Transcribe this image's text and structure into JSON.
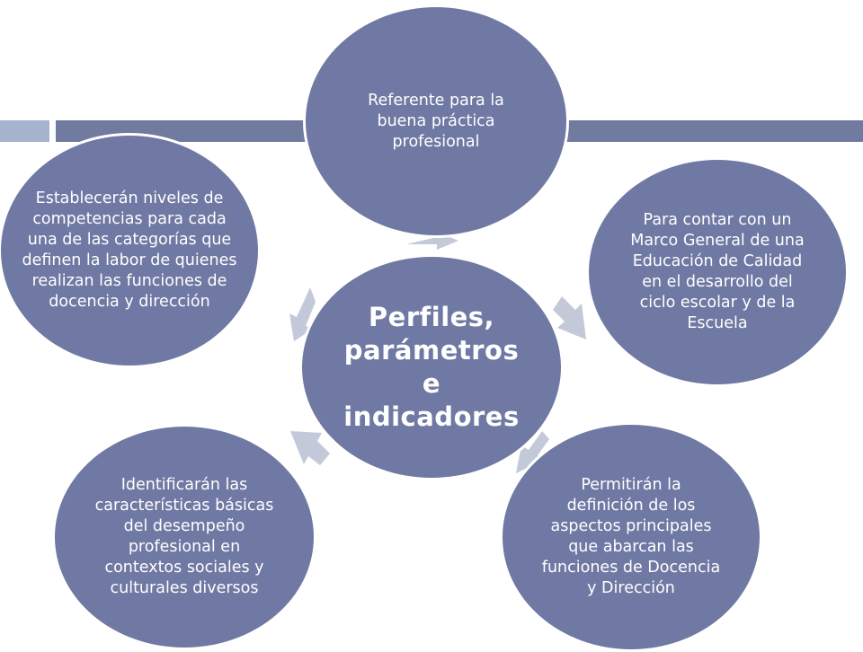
{
  "diagram": {
    "center": {
      "label": "Perfiles, parámetros e indicadores"
    },
    "nodes": [
      {
        "id": "top",
        "label": "Referente para la buena práctica profesional"
      },
      {
        "id": "right",
        "label": "Para contar con un Marco General de una Educación de Calidad en el desarrollo del ciclo escolar y de la Escuela"
      },
      {
        "id": "bottom-right",
        "label": "Permitirán la definición de los aspectos principales que abarcan las funciones de Docencia y Dirección"
      },
      {
        "id": "bottom-left",
        "label": "Identificarán las características básicas del desempeño profesional en contextos sociales y culturales diversos"
      },
      {
        "id": "left",
        "label": "Establecerán niveles de competencias para cada una de las categorías que definen la labor de quienes realizan las funciones de docencia y dirección"
      }
    ]
  },
  "colors": {
    "node": "#6f79a3",
    "arrow": "#c4c9d9",
    "bar_dark": "#717a9f",
    "bar_light": "#a6b3cf"
  }
}
